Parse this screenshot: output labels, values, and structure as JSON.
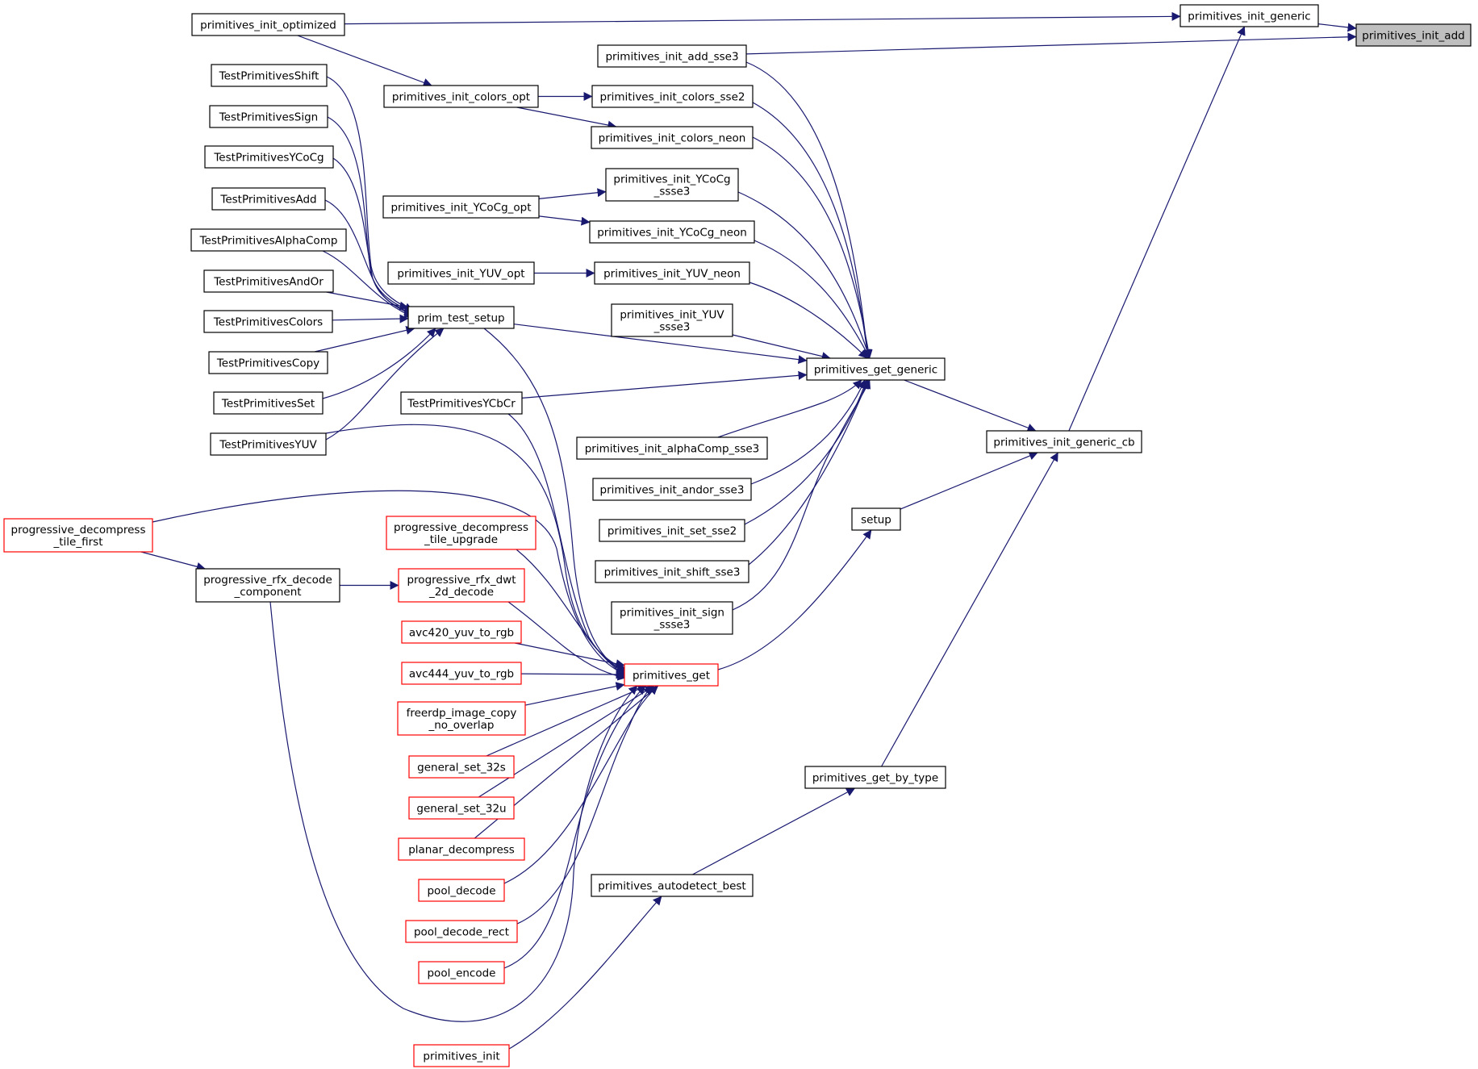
{
  "diagram": {
    "type": "call-graph",
    "colors": {
      "edge": "#191970",
      "node_border": "#000000",
      "node_border_incomplete": "#ff0000",
      "node_fill": "#ffffff",
      "focus_fill": "#bfbfbf"
    },
    "nodes": [
      {
        "id": "primitives_init_add",
        "lines": [
          "primitives_init_add"
        ],
        "style": "focus"
      },
      {
        "id": "primitives_init_generic",
        "lines": [
          "primitives_init_generic"
        ],
        "style": "normal"
      },
      {
        "id": "primitives_init_optimized",
        "lines": [
          "primitives_init_optimized"
        ],
        "style": "normal"
      },
      {
        "id": "primitives_init_generic_cb",
        "lines": [
          "primitives_init_generic_cb"
        ],
        "style": "normal"
      },
      {
        "id": "primitives_get_generic",
        "lines": [
          "primitives_get_generic"
        ],
        "style": "normal"
      },
      {
        "id": "setup",
        "lines": [
          "setup"
        ],
        "style": "normal"
      },
      {
        "id": "primitives_get_by_type",
        "lines": [
          "primitives_get_by_type"
        ],
        "style": "normal"
      },
      {
        "id": "primitives_autodetect_best",
        "lines": [
          "primitives_autodetect_best"
        ],
        "style": "normal"
      },
      {
        "id": "primitives_get",
        "lines": [
          "primitives_get"
        ],
        "style": "red"
      },
      {
        "id": "primitives_init_add_sse3",
        "lines": [
          "primitives_init_add_sse3"
        ],
        "style": "normal"
      },
      {
        "id": "primitives_init_colors_sse2",
        "lines": [
          "primitives_init_colors_sse2"
        ],
        "style": "normal"
      },
      {
        "id": "primitives_init_colors_neon",
        "lines": [
          "primitives_init_colors_neon"
        ],
        "style": "normal"
      },
      {
        "id": "primitives_init_YCoCg_ssse3",
        "lines": [
          "primitives_init_YCoCg",
          "_ssse3"
        ],
        "style": "normal"
      },
      {
        "id": "primitives_init_YCoCg_neon",
        "lines": [
          "primitives_init_YCoCg_neon"
        ],
        "style": "normal"
      },
      {
        "id": "primitives_init_YUV_neon",
        "lines": [
          "primitives_init_YUV_neon"
        ],
        "style": "normal"
      },
      {
        "id": "primitives_init_YUV_ssse3",
        "lines": [
          "primitives_init_YUV",
          "_ssse3"
        ],
        "style": "normal"
      },
      {
        "id": "primitives_init_alphaComp_sse3",
        "lines": [
          "primitives_init_alphaComp_sse3"
        ],
        "style": "normal"
      },
      {
        "id": "primitives_init_andor_sse3",
        "lines": [
          "primitives_init_andor_sse3"
        ],
        "style": "normal"
      },
      {
        "id": "primitives_init_set_sse2",
        "lines": [
          "primitives_init_set_sse2"
        ],
        "style": "normal"
      },
      {
        "id": "primitives_init_shift_sse3",
        "lines": [
          "primitives_init_shift_sse3"
        ],
        "style": "normal"
      },
      {
        "id": "primitives_init_sign_ssse3",
        "lines": [
          "primitives_init_sign",
          "_ssse3"
        ],
        "style": "normal"
      },
      {
        "id": "primitives_init_colors_opt",
        "lines": [
          "primitives_init_colors_opt"
        ],
        "style": "normal"
      },
      {
        "id": "primitives_init_YCoCg_opt",
        "lines": [
          "primitives_init_YCoCg_opt"
        ],
        "style": "normal"
      },
      {
        "id": "primitives_init_YUV_opt",
        "lines": [
          "primitives_init_YUV_opt"
        ],
        "style": "normal"
      },
      {
        "id": "prim_test_setup",
        "lines": [
          "prim_test_setup"
        ],
        "style": "normal"
      },
      {
        "id": "TestPrimitivesYCbCr",
        "lines": [
          "TestPrimitivesYCbCr"
        ],
        "style": "normal"
      },
      {
        "id": "TestPrimitivesShift",
        "lines": [
          "TestPrimitivesShift"
        ],
        "style": "normal"
      },
      {
        "id": "TestPrimitivesSign",
        "lines": [
          "TestPrimitivesSign"
        ],
        "style": "normal"
      },
      {
        "id": "TestPrimitivesYCoCg",
        "lines": [
          "TestPrimitivesYCoCg"
        ],
        "style": "normal"
      },
      {
        "id": "TestPrimitivesAdd",
        "lines": [
          "TestPrimitivesAdd"
        ],
        "style": "normal"
      },
      {
        "id": "TestPrimitivesAlphaComp",
        "lines": [
          "TestPrimitivesAlphaComp"
        ],
        "style": "normal"
      },
      {
        "id": "TestPrimitivesAndOr",
        "lines": [
          "TestPrimitivesAndOr"
        ],
        "style": "normal"
      },
      {
        "id": "TestPrimitivesColors",
        "lines": [
          "TestPrimitivesColors"
        ],
        "style": "normal"
      },
      {
        "id": "TestPrimitivesCopy",
        "lines": [
          "TestPrimitivesCopy"
        ],
        "style": "normal"
      },
      {
        "id": "TestPrimitivesSet",
        "lines": [
          "TestPrimitivesSet"
        ],
        "style": "normal"
      },
      {
        "id": "TestPrimitivesYUV",
        "lines": [
          "TestPrimitivesYUV"
        ],
        "style": "normal"
      },
      {
        "id": "progressive_decompress_tile_first",
        "lines": [
          "progressive_decompress",
          "_tile_first"
        ],
        "style": "red"
      },
      {
        "id": "progressive_rfx_decode_component",
        "lines": [
          "progressive_rfx_decode",
          "_component"
        ],
        "style": "normal"
      },
      {
        "id": "progressive_decompress_tile_upgrade",
        "lines": [
          "progressive_decompress",
          "_tile_upgrade"
        ],
        "style": "red"
      },
      {
        "id": "progressive_rfx_dwt_2d_decode",
        "lines": [
          "progressive_rfx_dwt",
          "_2d_decode"
        ],
        "style": "red"
      },
      {
        "id": "avc420_yuv_to_rgb",
        "lines": [
          "avc420_yuv_to_rgb"
        ],
        "style": "red"
      },
      {
        "id": "avc444_yuv_to_rgb",
        "lines": [
          "avc444_yuv_to_rgb"
        ],
        "style": "red"
      },
      {
        "id": "freerdp_image_copy_no_overlap",
        "lines": [
          "freerdp_image_copy",
          "_no_overlap"
        ],
        "style": "red"
      },
      {
        "id": "general_set_32s",
        "lines": [
          "general_set_32s"
        ],
        "style": "red"
      },
      {
        "id": "general_set_32u",
        "lines": [
          "general_set_32u"
        ],
        "style": "red"
      },
      {
        "id": "planar_decompress",
        "lines": [
          "planar_decompress"
        ],
        "style": "red"
      },
      {
        "id": "pool_decode",
        "lines": [
          "pool_decode"
        ],
        "style": "red"
      },
      {
        "id": "pool_decode_rect",
        "lines": [
          "pool_decode_rect"
        ],
        "style": "red"
      },
      {
        "id": "pool_encode",
        "lines": [
          "pool_encode"
        ],
        "style": "red"
      },
      {
        "id": "primitives_init",
        "lines": [
          "primitives_init"
        ],
        "style": "red"
      }
    ],
    "edges": [
      {
        "from": "primitives_init_generic",
        "to": "primitives_init_add"
      },
      {
        "from": "primitives_init_add_sse3",
        "to": "primitives_init_add"
      },
      {
        "from": "primitives_init_optimized",
        "to": "primitives_init_generic"
      },
      {
        "from": "primitives_init_generic_cb",
        "to": "primitives_init_generic"
      },
      {
        "from": "primitives_init_optimized",
        "to": "primitives_init_colors_opt"
      },
      {
        "from": "primitives_init_colors_opt",
        "to": "primitives_init_colors_sse2"
      },
      {
        "from": "primitives_init_colors_opt",
        "to": "primitives_init_colors_neon"
      },
      {
        "from": "primitives_init_YCoCg_opt",
        "to": "primitives_init_YCoCg_ssse3"
      },
      {
        "from": "primitives_init_YCoCg_opt",
        "to": "primitives_init_YCoCg_neon"
      },
      {
        "from": "primitives_init_YUV_opt",
        "to": "primitives_init_YUV_neon"
      },
      {
        "from": "primitives_get_generic",
        "to": "primitives_init_generic_cb"
      },
      {
        "from": "setup",
        "to": "primitives_init_generic_cb"
      },
      {
        "from": "primitives_get_by_type",
        "to": "primitives_init_generic_cb"
      },
      {
        "from": "primitives_autodetect_best",
        "to": "primitives_get_by_type"
      },
      {
        "from": "primitives_init",
        "to": "primitives_autodetect_best"
      },
      {
        "from": "primitives_get",
        "to": "setup"
      },
      {
        "from": "primitives_init_add_sse3",
        "to": "primitives_get_generic"
      },
      {
        "from": "primitives_init_colors_sse2",
        "to": "primitives_get_generic"
      },
      {
        "from": "primitives_init_colors_neon",
        "to": "primitives_get_generic"
      },
      {
        "from": "primitives_init_YCoCg_ssse3",
        "to": "primitives_get_generic"
      },
      {
        "from": "primitives_init_YCoCg_neon",
        "to": "primitives_get_generic"
      },
      {
        "from": "primitives_init_YUV_neon",
        "to": "primitives_get_generic"
      },
      {
        "from": "primitives_init_YUV_ssse3",
        "to": "primitives_get_generic"
      },
      {
        "from": "prim_test_setup",
        "to": "primitives_get_generic"
      },
      {
        "from": "TestPrimitivesYCbCr",
        "to": "primitives_get_generic"
      },
      {
        "from": "primitives_init_alphaComp_sse3",
        "to": "primitives_get_generic"
      },
      {
        "from": "primitives_init_andor_sse3",
        "to": "primitives_get_generic"
      },
      {
        "from": "primitives_init_set_sse2",
        "to": "primitives_get_generic"
      },
      {
        "from": "primitives_init_shift_sse3",
        "to": "primitives_get_generic"
      },
      {
        "from": "primitives_init_sign_ssse3",
        "to": "primitives_get_generic"
      },
      {
        "from": "TestPrimitivesShift",
        "to": "prim_test_setup"
      },
      {
        "from": "TestPrimitivesSign",
        "to": "prim_test_setup"
      },
      {
        "from": "TestPrimitivesYCoCg",
        "to": "prim_test_setup"
      },
      {
        "from": "TestPrimitivesAdd",
        "to": "prim_test_setup"
      },
      {
        "from": "TestPrimitivesAlphaComp",
        "to": "prim_test_setup"
      },
      {
        "from": "TestPrimitivesAndOr",
        "to": "prim_test_setup"
      },
      {
        "from": "TestPrimitivesColors",
        "to": "prim_test_setup"
      },
      {
        "from": "TestPrimitivesCopy",
        "to": "prim_test_setup"
      },
      {
        "from": "TestPrimitivesSet",
        "to": "prim_test_setup"
      },
      {
        "from": "TestPrimitivesYUV",
        "to": "prim_test_setup"
      },
      {
        "from": "prim_test_setup",
        "to": "primitives_get"
      },
      {
        "from": "TestPrimitivesYCbCr",
        "to": "primitives_get"
      },
      {
        "from": "TestPrimitivesYUV",
        "to": "primitives_get"
      },
      {
        "from": "progressive_decompress_tile_first",
        "to": "primitives_get"
      },
      {
        "from": "progressive_decompress_tile_first",
        "to": "progressive_rfx_decode_component"
      },
      {
        "from": "progressive_rfx_decode_component",
        "to": "progressive_rfx_dwt_2d_decode"
      },
      {
        "from": "progressive_rfx_decode_component",
        "to": "primitives_get"
      },
      {
        "from": "progressive_decompress_tile_upgrade",
        "to": "primitives_get"
      },
      {
        "from": "progressive_rfx_dwt_2d_decode",
        "to": "primitives_get"
      },
      {
        "from": "avc420_yuv_to_rgb",
        "to": "primitives_get"
      },
      {
        "from": "avc444_yuv_to_rgb",
        "to": "primitives_get"
      },
      {
        "from": "freerdp_image_copy_no_overlap",
        "to": "primitives_get"
      },
      {
        "from": "general_set_32s",
        "to": "primitives_get"
      },
      {
        "from": "general_set_32u",
        "to": "primitives_get"
      },
      {
        "from": "planar_decompress",
        "to": "primitives_get"
      },
      {
        "from": "pool_decode",
        "to": "primitives_get"
      },
      {
        "from": "pool_decode_rect",
        "to": "primitives_get"
      },
      {
        "from": "pool_encode",
        "to": "primitives_get"
      }
    ]
  }
}
